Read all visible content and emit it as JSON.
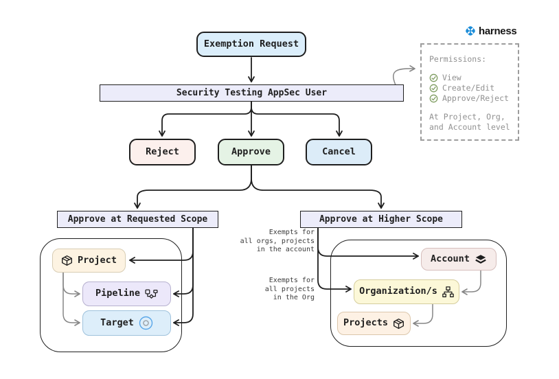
{
  "brand": {
    "name": "harness",
    "accent": "#1a8cd8"
  },
  "flow": {
    "start": {
      "label": "Exemption Request",
      "fill": "#dbeefb"
    },
    "gate": {
      "label": "Security Testing AppSec User",
      "fill": "#ececfa"
    },
    "decisions": {
      "reject": {
        "label": "Reject",
        "fill": "#fcf0ed"
      },
      "approve": {
        "label": "Approve",
        "fill": "#e5f3e5"
      },
      "cancel": {
        "label": "Cancel",
        "fill": "#dcecf8"
      }
    }
  },
  "permissions": {
    "title": "Permissions:",
    "items": [
      {
        "icon": "check-circle-icon",
        "label": "View"
      },
      {
        "icon": "check-circle-icon",
        "label": "Create/Edit"
      },
      {
        "icon": "check-circle-icon",
        "label": "Approve/Reject"
      }
    ],
    "footer": "At Project, Org,\nand Account level",
    "check_color": "#7e9c60"
  },
  "requested_scope": {
    "title": "Approve at Requested Scope",
    "fill": "#ececfa",
    "nodes": {
      "project": {
        "label": "Project",
        "icon": "cube-icon",
        "fill": "#fdf3e2"
      },
      "pipeline": {
        "label": "Pipeline",
        "icon": "pipeline-icon",
        "fill": "#ece8fa"
      },
      "target": {
        "label": "Target",
        "icon": "target-icon",
        "fill": "#ddeefa"
      }
    }
  },
  "higher_scope": {
    "title": "Approve at Higher Scope",
    "fill": "#ececfa",
    "nodes": {
      "account": {
        "label": "Account",
        "icon": "layers-icon",
        "fill": "#f6ecea"
      },
      "organizations": {
        "label": "Organization/s",
        "icon": "org-chart-icon",
        "fill": "#fcf8d8"
      },
      "projects": {
        "label": "Projects",
        "icon": "cube-icon",
        "fill": "#fdf1e4"
      }
    },
    "annotations": {
      "account": "Exempts for\nall orgs, projects\nin the account",
      "org": "Exempts for\nall projects\nin the Org"
    }
  }
}
